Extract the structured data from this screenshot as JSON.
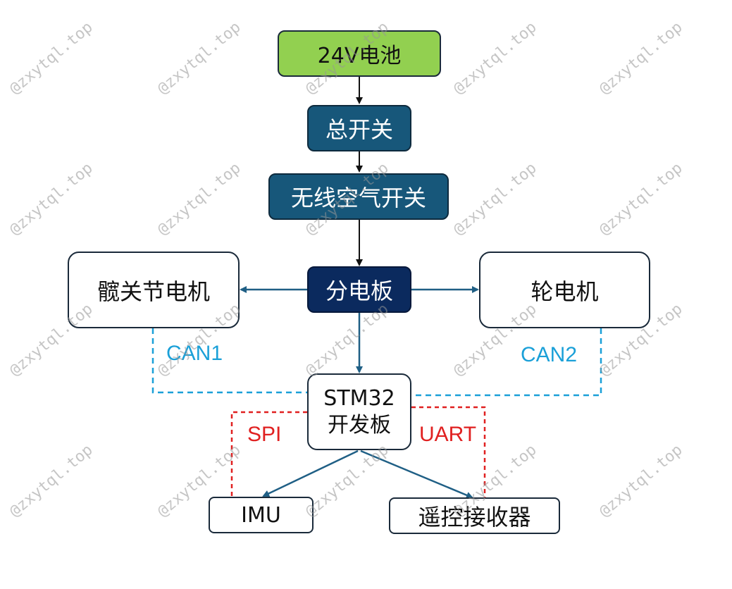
{
  "nodes": {
    "battery": "24V电池",
    "main_switch": "总开关",
    "wireless_switch": "无线空气开关",
    "distribution_board": "分电板",
    "hip_motor": "髋关节电机",
    "wheel_motor": "轮电机",
    "stm32_line1": "STM32",
    "stm32_line2": "开发板",
    "imu": "IMU",
    "receiver": "遥控接收器"
  },
  "links": {
    "can1": "CAN1",
    "can2": "CAN2",
    "spi": "SPI",
    "uart": "UART"
  },
  "watermark": "@zxytql.top",
  "colors": {
    "battery_fill": "#92d050",
    "switch_fill": "#17577a",
    "board_fill": "#0b2a5e",
    "arrow": "#1f5f85",
    "can": "#1aa0d8",
    "spi_uart": "#e02020"
  }
}
